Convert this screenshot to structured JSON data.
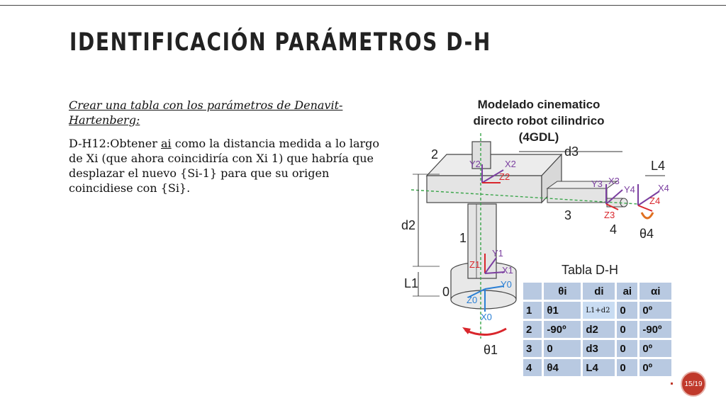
{
  "slide": {
    "title": "IDENTIFICACIÓN PARÁMETROS D-H",
    "intro": "Crear una tabla con los parámetros de Denavit-Hartenberg:",
    "step_prefix": "D-H12:Obtener ",
    "step_term": "ai",
    "step_rest": " como la distancia medida a lo largo de Xi (que ahora coincidiría con Xi 1) que habría que desplazar el nuevo {Si-1} para que su origen coincidiese con {Si}.",
    "page": "15/19"
  },
  "figure": {
    "title_line1": "Modelado cinematico",
    "title_line2": "directo robot cilindrico",
    "title_line3": "(4GDL)",
    "labels": {
      "joint2": "2",
      "d3": "d3",
      "L4": "L4",
      "d2": "d2",
      "joint1": "1",
      "joint3": "3",
      "joint4": "4",
      "L1": "L1",
      "zero": "0",
      "theta4": "θ4",
      "theta1": "θ1"
    },
    "axes": {
      "y2": "Y2",
      "x2": "X2",
      "z2": "Z2",
      "y3": "Y3",
      "x3": "X3",
      "z3": "Z3",
      "y4": "Y4",
      "x4": "X4",
      "z4": "Z4",
      "z1": "Z1",
      "y1": "Y1",
      "x1": "X1",
      "z0": "Z0",
      "y0": "Y0",
      "x0": "X0"
    },
    "colors": {
      "axis_x": "#7b3fa0",
      "axis_y": "#7b3fa0",
      "axis_z": "#d9262c",
      "frame0": "#2a7fd4",
      "guide": "#3aa54a"
    }
  },
  "table": {
    "title": "Tabla D-H",
    "headers": [
      "",
      "θi",
      "di",
      "ai",
      "αi"
    ],
    "rows": [
      [
        "1",
        "θ1",
        "L1+d2",
        "0",
        "0º"
      ],
      [
        "2",
        "-90º",
        "d2",
        "0",
        "-90º"
      ],
      [
        "3",
        "0",
        "d3",
        "0",
        "0º"
      ],
      [
        "4",
        "θ4",
        "L4",
        "0",
        "0º"
      ]
    ]
  }
}
